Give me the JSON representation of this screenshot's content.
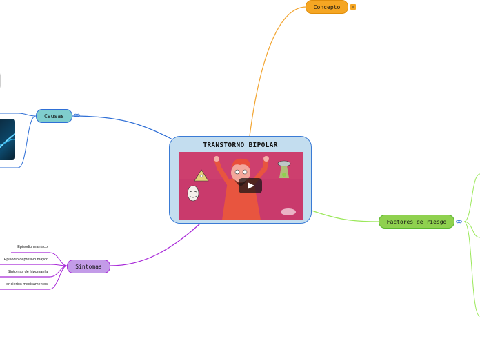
{
  "center": {
    "title": "TRANSTORNO BIPOLAR"
  },
  "branches": {
    "concepto": {
      "label": "Concepto",
      "color": "#f5a623",
      "line": "#f2a531"
    },
    "causas": {
      "label": "Causas",
      "color": "#7fcdcd",
      "line": "#2f6fd6"
    },
    "sintomas": {
      "label": "Síntomas",
      "color": "#c39be8",
      "line": "#a829d8"
    },
    "factores": {
      "label": "Factores de riesgo",
      "color": "#8fd14f",
      "line": "#9be85a"
    }
  },
  "sintomas_items": [
    {
      "label": "Episodio maníaco"
    },
    {
      "label": "Episodio depresivo mayor"
    },
    {
      "label": "Síntomas de hipomanía"
    },
    {
      "label": "or ciertos medicamentos"
    }
  ],
  "icons": {
    "note": "note-icon",
    "link": "link-icon",
    "play": "play-icon"
  }
}
